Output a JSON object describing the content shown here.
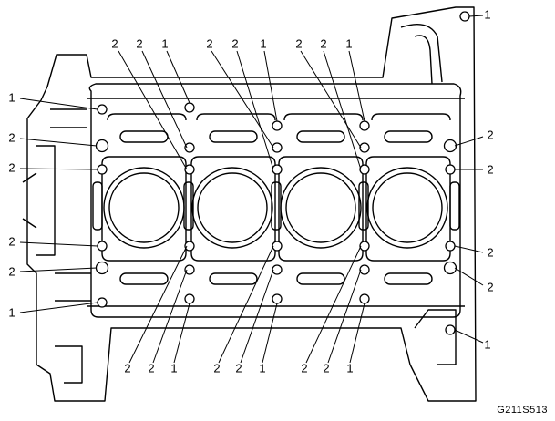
{
  "diagram": {
    "figure_id": "G211S513",
    "callout_labels": [
      "1",
      "2"
    ],
    "components": [
      "engine-block-deck",
      "cylinder-bore",
      "head-bolt-hole"
    ]
  }
}
